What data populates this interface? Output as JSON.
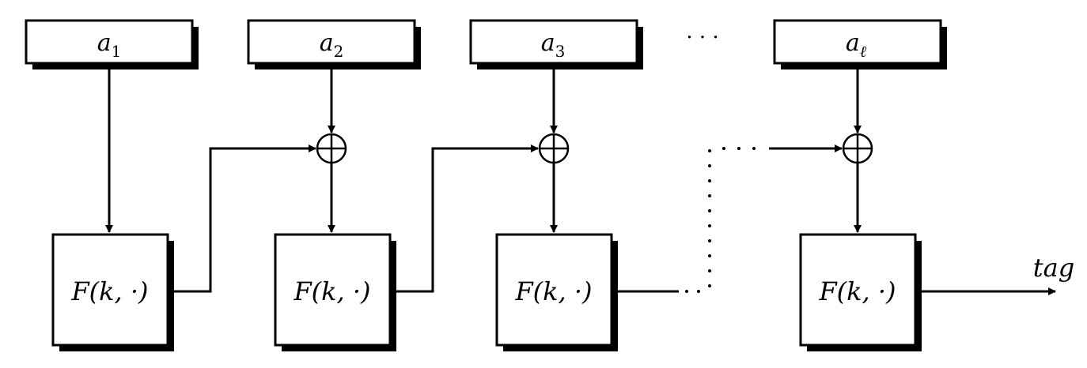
{
  "inputs": [
    {
      "var": "a",
      "sub": "1"
    },
    {
      "var": "a",
      "sub": "2"
    },
    {
      "var": "a",
      "sub": "3"
    },
    {
      "var": "a",
      "sub": "ℓ"
    }
  ],
  "ellipsis": "· · ·",
  "blocks": [
    {
      "fn": "F",
      "args": "(k, ·)"
    },
    {
      "fn": "F",
      "args": "(k, ·)"
    },
    {
      "fn": "F",
      "args": "(k, ·)"
    },
    {
      "fn": "F",
      "args": "(k, ·)"
    }
  ],
  "output_label": "tag"
}
